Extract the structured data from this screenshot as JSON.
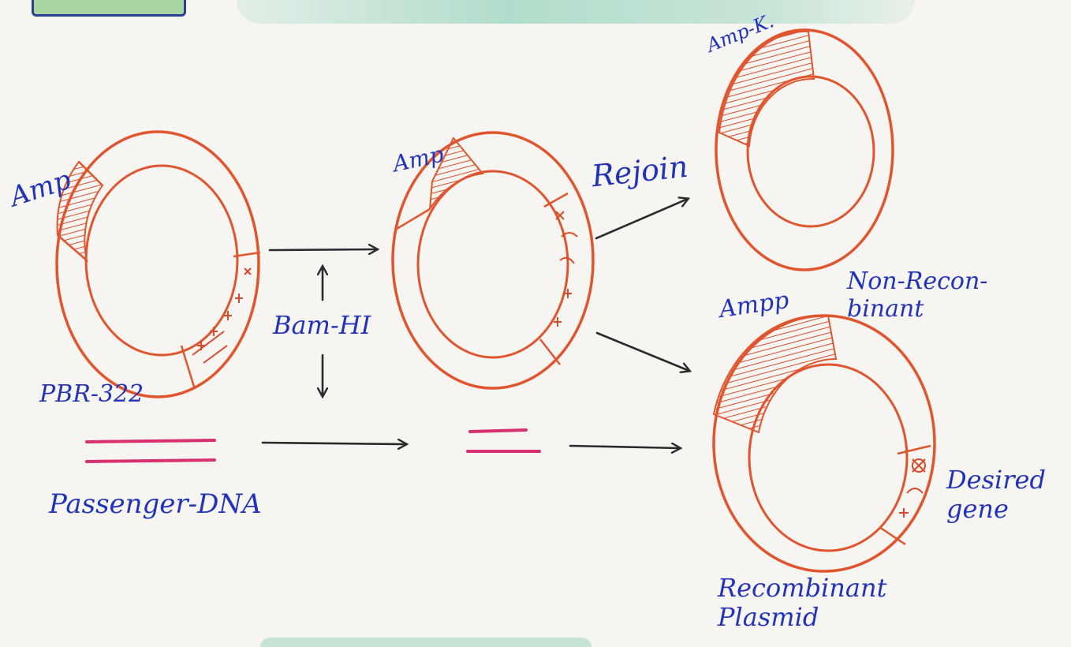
{
  "colors": {
    "plasmid": "#e0552e",
    "hatch": "#d94a28",
    "ink_blue": "#2233b8",
    "dna": "#d8306e",
    "arrow": "#2a2a2a"
  },
  "labels": {
    "amp_left": "Amp",
    "amp_middle": "Amp",
    "amp_k": "Amp-K.",
    "amp_recombinant": "Ampp",
    "plasmid_name": "PBR-322",
    "enzyme": "Bam-HI",
    "rejoin": "Rejoin",
    "passenger_dna": "Passenger-DNA",
    "non_recombinant": "Non-Recon-\nbinant",
    "desired_gene": "Desired\ngene",
    "recombinant_plasmid": "Recombinant\nPlasmid"
  }
}
